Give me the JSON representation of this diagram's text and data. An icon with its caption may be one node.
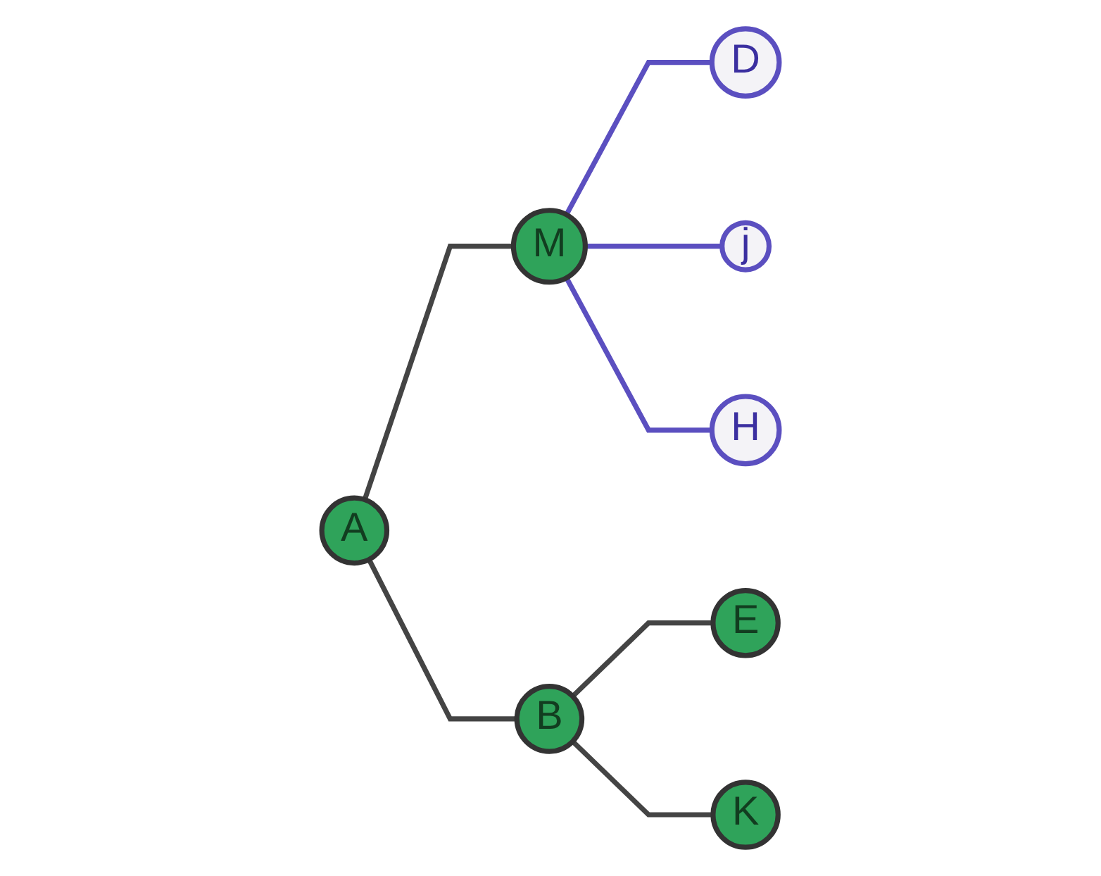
{
  "diagram": {
    "nodes": [
      {
        "text": [
          "A"
        ]
      },
      {
        "text": [
          "M"
        ]
      },
      {
        "text": [
          "D"
        ]
      },
      {
        "text": [
          "j"
        ]
      },
      {
        "text": [
          "H"
        ]
      },
      {
        "text": [
          "B"
        ]
      },
      {
        "text": [
          "E"
        ]
      },
      {
        "text": [
          "K"
        ]
      }
    ],
    "edges": [
      {
        "from": 0,
        "to": 1,
        "arrow": "none"
      },
      {
        "from": 1,
        "to": 2,
        "arrow": "none",
        "color": "#5b4fc0"
      },
      {
        "from": 1,
        "to": 3,
        "arrow": "none",
        "color": "#5b4fc0"
      },
      {
        "from": 1,
        "to": 4,
        "arrow": "none",
        "color": "#5b4fc0"
      },
      {
        "from": 0,
        "to": 5,
        "arrow": "none"
      },
      {
        "from": 5,
        "to": 6,
        "arrow": "none"
      },
      {
        "from": 5,
        "to": 7,
        "arrow": "none"
      }
    ]
  }
}
